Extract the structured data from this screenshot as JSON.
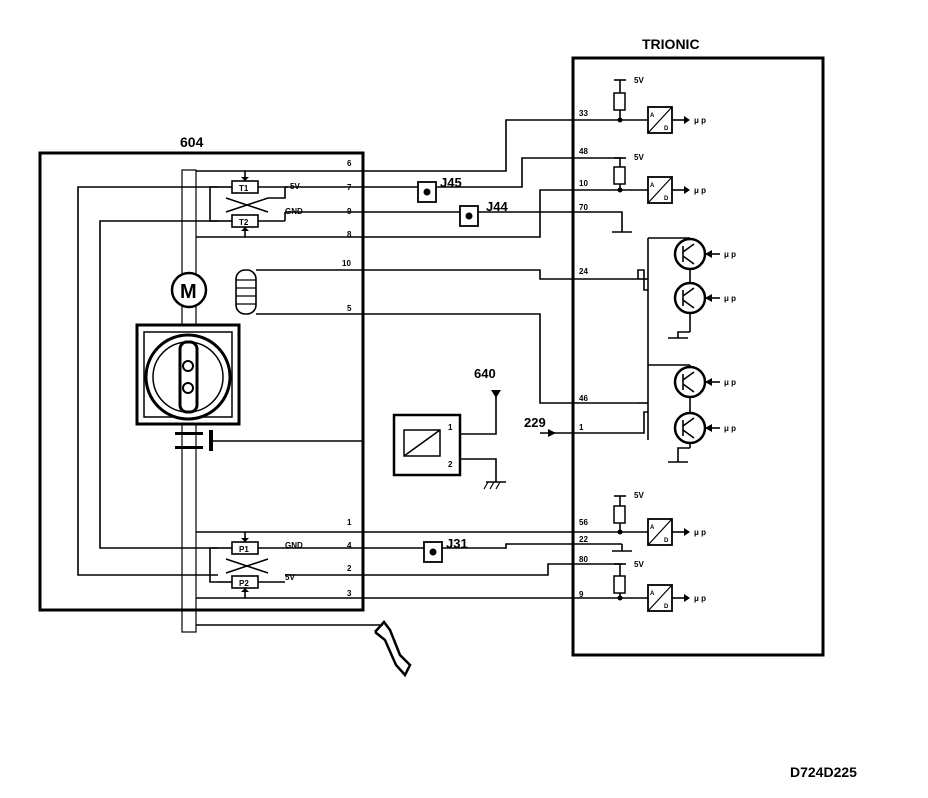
{
  "diagram": {
    "code": "D724D225",
    "ecu": {
      "title": "TRIONIC",
      "pins": {
        "p33": "33",
        "p48a": "48",
        "p10": "10",
        "p70": "70",
        "p24": "24",
        "p46": "46",
        "p1": "1",
        "p56": "56",
        "p22": "22",
        "p80": "80",
        "p9": "9"
      },
      "supply": "5V",
      "up": "μ p",
      "ad_a": "A",
      "ad_d": "D"
    },
    "throttle": {
      "title": "604",
      "pins": {
        "p6": "6",
        "p7": "7",
        "p9": "9",
        "p8": "8",
        "p10": "10",
        "p5": "5",
        "p1": "1",
        "p4": "4",
        "p2": "2",
        "p3": "3"
      },
      "t1": "T1",
      "t2": "T2",
      "p1": "P1",
      "p2": "P2",
      "v5": "5V",
      "gnd": "GND",
      "motor": "M"
    },
    "connectors": {
      "j45": "J45",
      "j44": "J44",
      "j31": "J31"
    },
    "relay": {
      "ref": "640",
      "pin1": "1",
      "pin2": "2"
    },
    "input": {
      "ref": "229"
    }
  }
}
